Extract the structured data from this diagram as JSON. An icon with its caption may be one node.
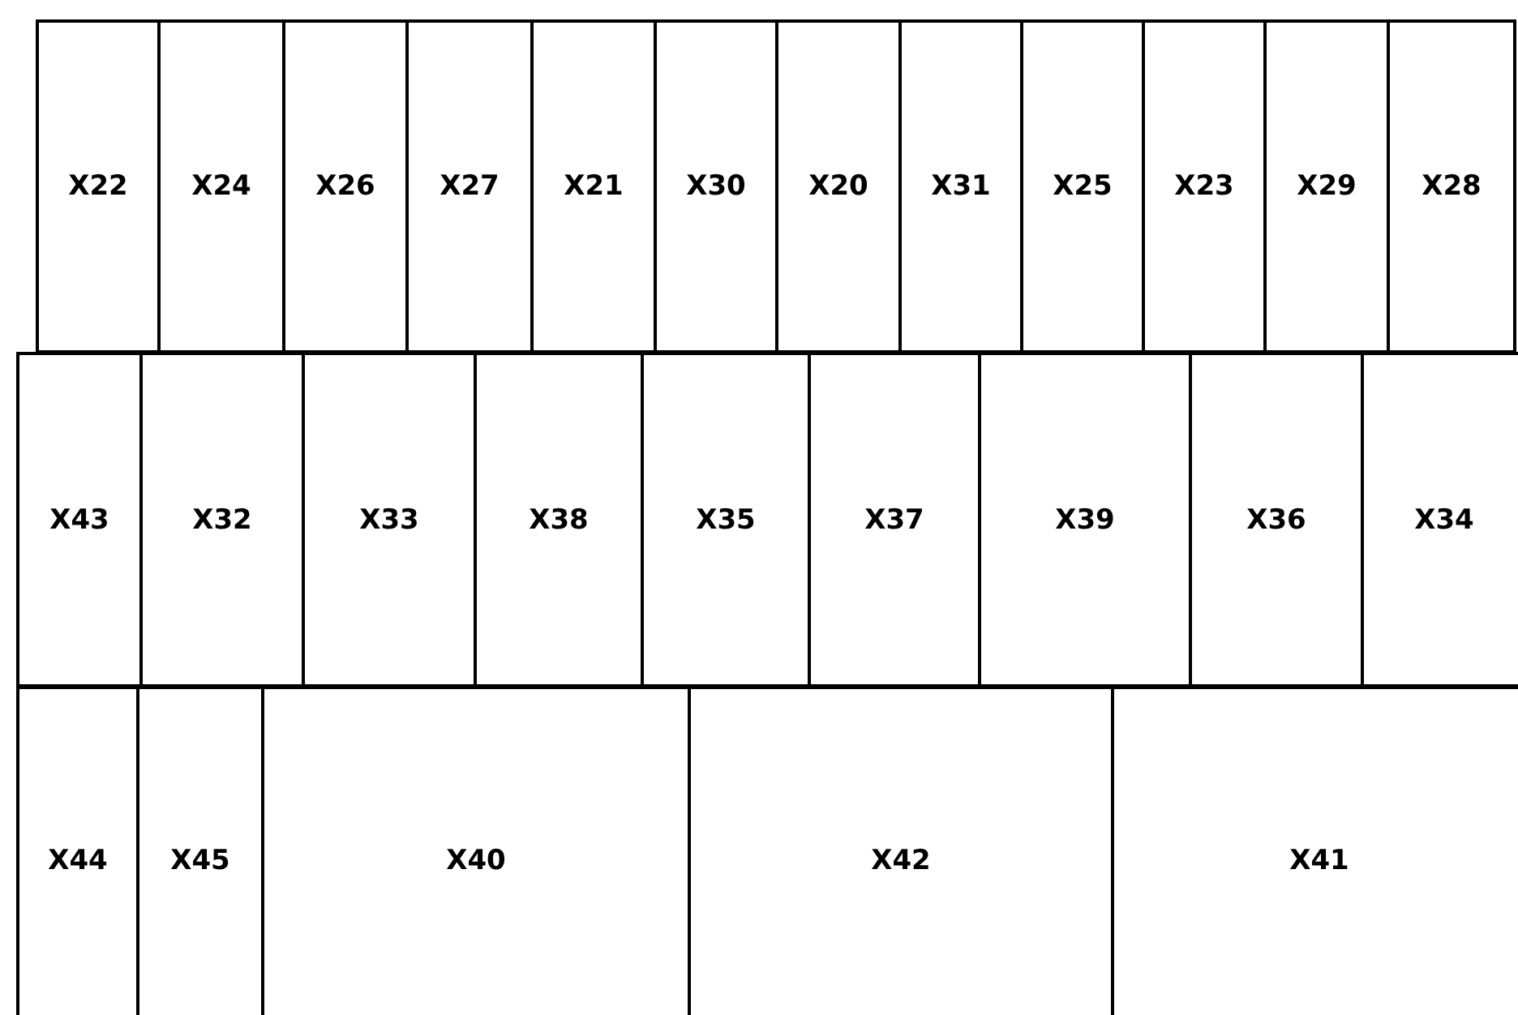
{
  "diagram": {
    "nodes": [
      {
        "text": [
          "X22"
        ]
      },
      {
        "text": [
          "X24"
        ]
      },
      {
        "text": [
          "X26"
        ]
      },
      {
        "text": [
          "X27"
        ]
      },
      {
        "text": [
          "X21"
        ]
      },
      {
        "text": [
          "X30"
        ]
      },
      {
        "text": [
          "X20"
        ]
      },
      {
        "text": [
          "X31"
        ]
      },
      {
        "text": [
          "X25"
        ]
      },
      {
        "text": [
          "X23"
        ]
      },
      {
        "text": [
          "X29"
        ]
      },
      {
        "text": [
          "X28"
        ]
      },
      {
        "text": [
          "X43"
        ]
      },
      {
        "text": [
          "X32"
        ]
      },
      {
        "text": [
          "X33"
        ]
      },
      {
        "text": [
          "X38"
        ]
      },
      {
        "text": [
          "X35"
        ]
      },
      {
        "text": [
          "X37"
        ]
      },
      {
        "text": [
          "X39"
        ]
      },
      {
        "text": [
          "X36"
        ]
      },
      {
        "text": [
          "X34"
        ]
      },
      {
        "text": [
          "X44"
        ]
      },
      {
        "text": [
          "X45"
        ]
      },
      {
        "text": [
          "X40"
        ]
      },
      {
        "text": [
          "X42"
        ]
      },
      {
        "text": [
          "X41"
        ]
      }
    ]
  }
}
